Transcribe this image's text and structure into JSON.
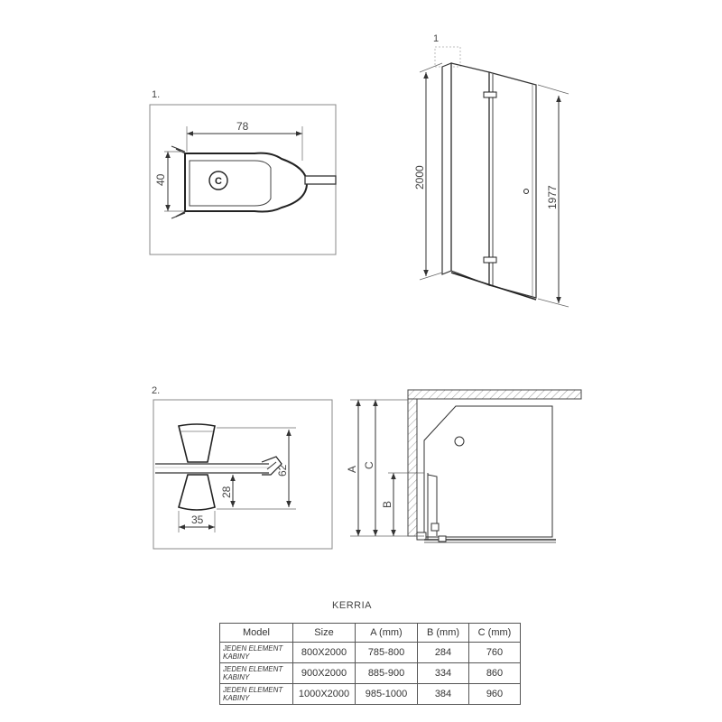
{
  "labels": {
    "section1": "1.",
    "section2": "2.",
    "callout1": "1"
  },
  "dimensions": {
    "d78": "78",
    "d40": "40",
    "d2000": "2000",
    "d1977": "1977",
    "d62": "62",
    "d28": "28",
    "d35": "35",
    "dimA": "A",
    "dimB": "B",
    "dimC": "C"
  },
  "table": {
    "title": "KERRIA",
    "headers": [
      "Model",
      "Size",
      "A (mm)",
      "B (mm)",
      "C (mm)"
    ],
    "rows": [
      {
        "model": "JEDEN ELEMENT KABINY",
        "size": "800X2000",
        "a": "785-800",
        "b": "284",
        "c": "760"
      },
      {
        "model": "JEDEN ELEMENT KABINY",
        "size": "900X2000",
        "a": "885-900",
        "b": "334",
        "c": "860"
      },
      {
        "model": "JEDEN ELEMENT KABINY",
        "size": "1000X2000",
        "a": "985-1000",
        "b": "384",
        "c": "960"
      }
    ]
  }
}
